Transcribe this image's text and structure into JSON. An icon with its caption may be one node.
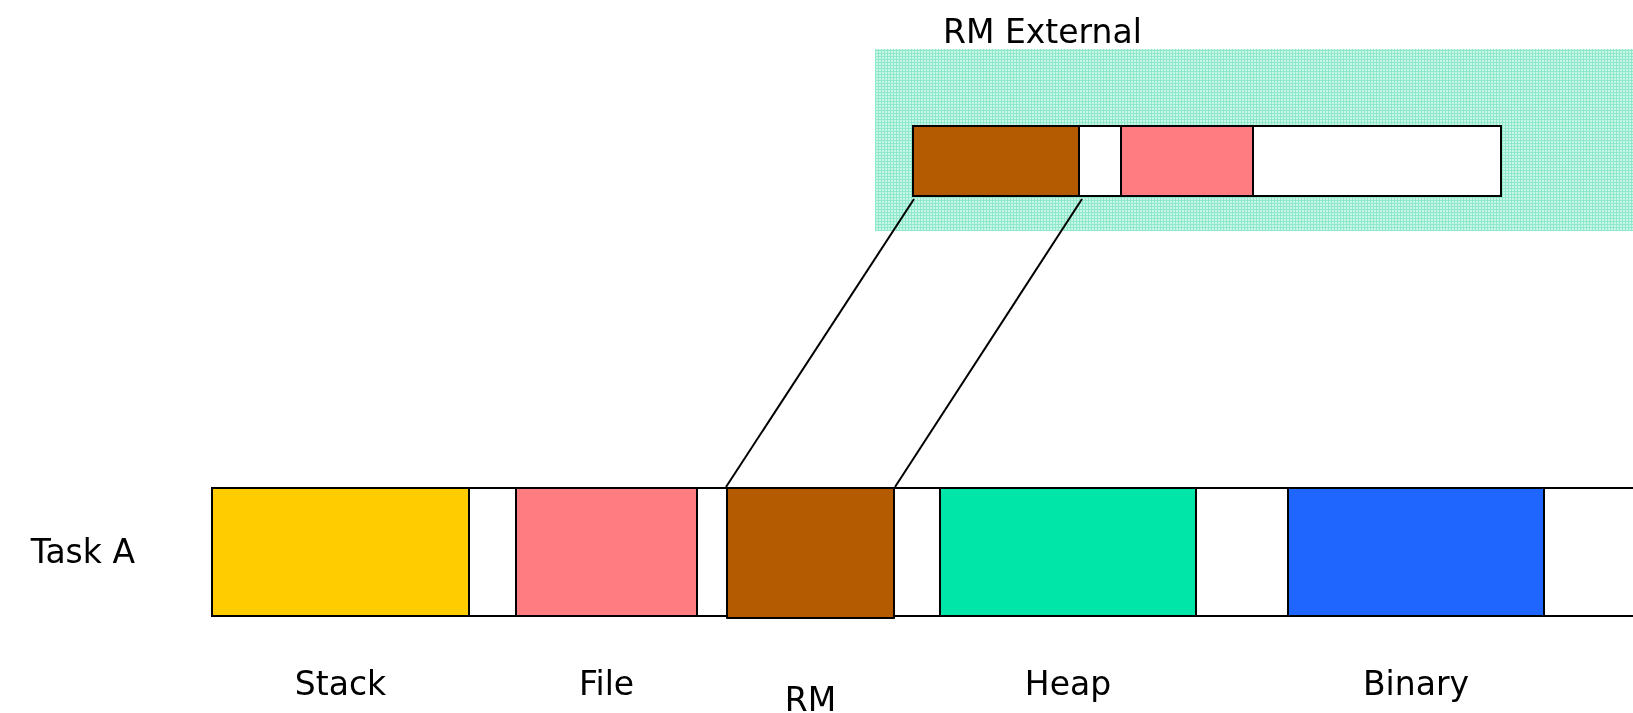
{
  "diagram": {
    "nodes": [
      {
        "text": [
          "RM External"
        ]
      },
      {
        "text": [],
        "shape": "bar",
        "in": 0
      },
      {
        "text": [],
        "shape": "box",
        "in": 1
      },
      {
        "text": [],
        "shape": "box",
        "in": 1
      },
      {
        "text": [],
        "shape": "bar",
        "beside": [
          "Task A"
        ]
      },
      {
        "text": [],
        "shape": "box",
        "in": 4,
        "beside": [
          "Stack"
        ]
      },
      {
        "text": [],
        "shape": "box",
        "in": 4,
        "beside": [
          "File"
        ]
      },
      {
        "text": [],
        "shape": "box",
        "in": 4,
        "beside": [
          "RM"
        ]
      },
      {
        "text": [],
        "shape": "box",
        "in": 4,
        "beside": [
          "Heap"
        ]
      },
      {
        "text": [],
        "shape": "box",
        "in": 4,
        "beside": [
          "Binary"
        ]
      }
    ],
    "edges": [
      {
        "from": 2,
        "to": 7,
        "arrow": "none"
      },
      {
        "from": 2,
        "to": 7,
        "arrow": "none"
      }
    ]
  }
}
